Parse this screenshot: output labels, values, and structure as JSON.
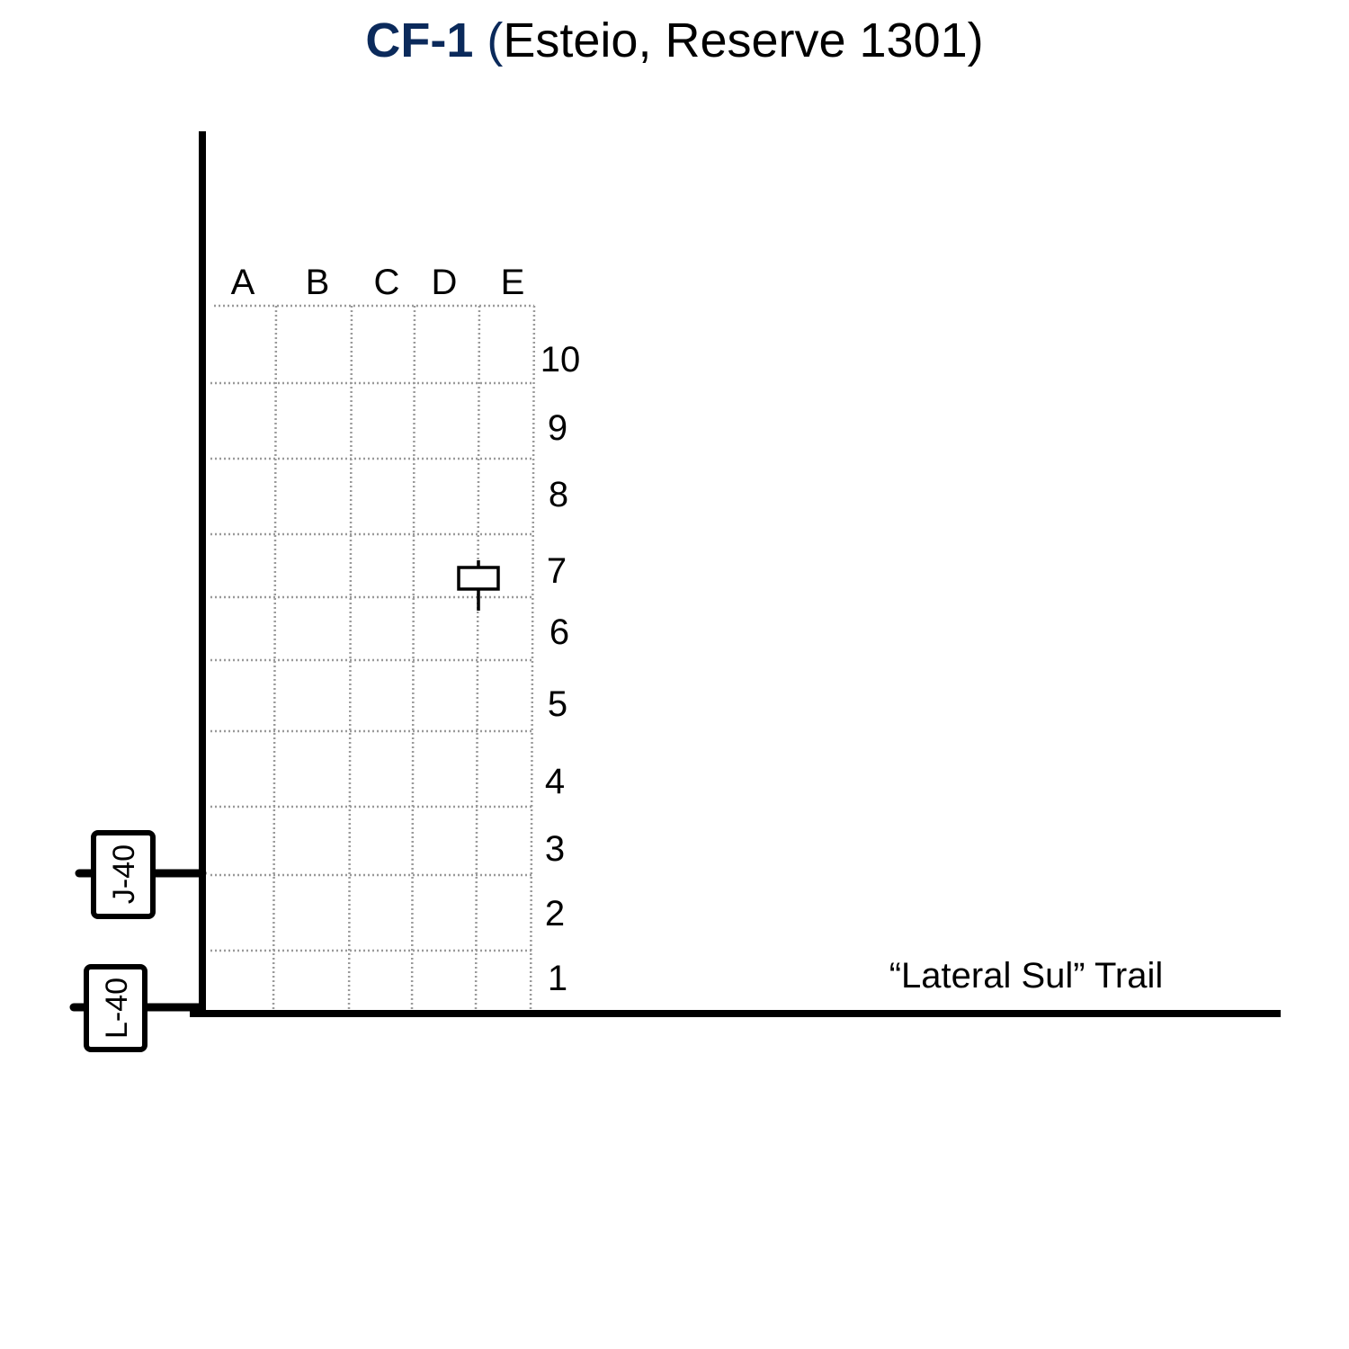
{
  "title": {
    "code": "CF-1",
    "open_paren": " (",
    "rest": "Esteio, Reserve 1301)"
  },
  "colors": {
    "title_code": "#0b2a5b",
    "lines": "#000000",
    "grid": "#9a9a9a"
  },
  "grid": {
    "columns": [
      "A",
      "B",
      "C",
      "D",
      "E"
    ],
    "rows": [
      "10",
      "9",
      "8",
      "7",
      "6",
      "5",
      "4",
      "3",
      "2",
      "1"
    ]
  },
  "trail_label": "“Lateral Sul” Trail",
  "markers": [
    {
      "label": "J-40",
      "icon": "trail-marker-post-icon"
    },
    {
      "label": "L-40",
      "icon": "trail-marker-post-icon"
    }
  ],
  "plot_marker": {
    "icon": "plot-stake-icon",
    "cell": "E7"
  }
}
